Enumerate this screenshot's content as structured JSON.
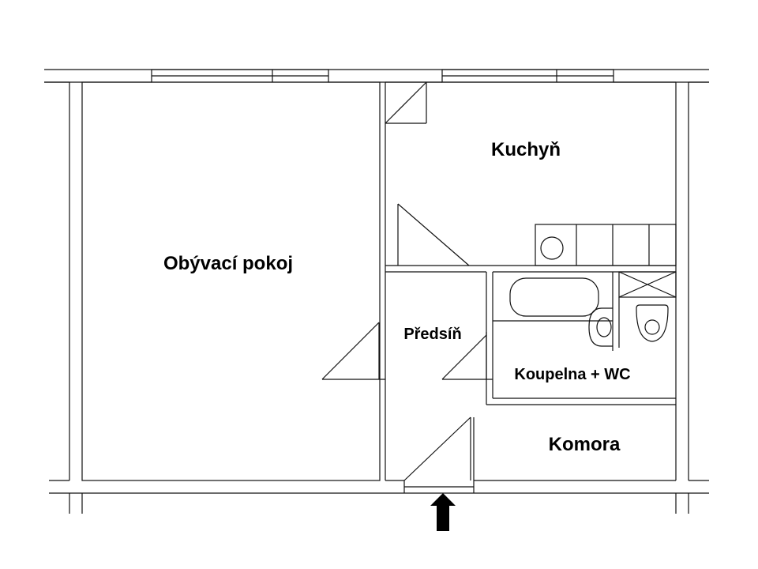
{
  "plan": {
    "rooms": {
      "obyvaci_pokoj": "Obývací pokoj",
      "kuchyn": "Kuchyň",
      "predsin": "Předsíň",
      "koupelna_wc": "Koupelna + WC",
      "komora": "Komora"
    },
    "line_color": "#111111",
    "background": "#ffffff",
    "entrance_arrow_color": "#000000"
  }
}
